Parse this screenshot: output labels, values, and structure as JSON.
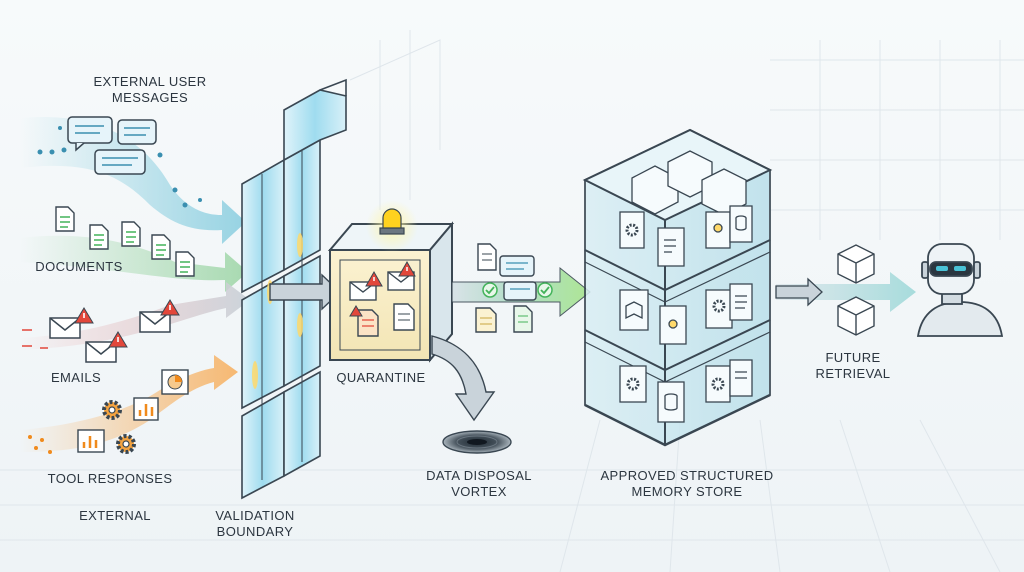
{
  "labels": {
    "external_user_messages": "EXTERNAL USER\nMESSAGES",
    "documents": "DOCUMENTS",
    "emails": "EMAILS",
    "tool_responses": "TOOL RESPONSES",
    "external": "EXTERNAL",
    "validation_boundary": "VALIDATION\nBOUNDARY",
    "quarantine": "QUARANTINE",
    "data_disposal_vortex": "DATA DISPOSAL\nVORTEX",
    "approved_memory_store": "APPROVED STRUCTURED\nMEMORY STORE",
    "future_retrieval": "FUTURE\nRETRIEVAL"
  },
  "colors": {
    "messages_stream": "#8ccfe0",
    "documents_stream": "#9fd6a8",
    "emails_stream": "#f2a6a6",
    "tools_stream": "#f6b56b",
    "glass": "#bfe6f2",
    "alarm": "#ffd21f",
    "warning": "#e2473b",
    "check": "#43b35a",
    "outline": "#3a4752"
  },
  "icons": [
    "chat-bubble-icon",
    "document-icon",
    "email-icon",
    "warning-icon",
    "chart-icon",
    "gear-icon",
    "alarm-light-icon",
    "checkmark-icon",
    "database-icon",
    "lightbulb-icon",
    "book-icon",
    "robot-icon"
  ]
}
